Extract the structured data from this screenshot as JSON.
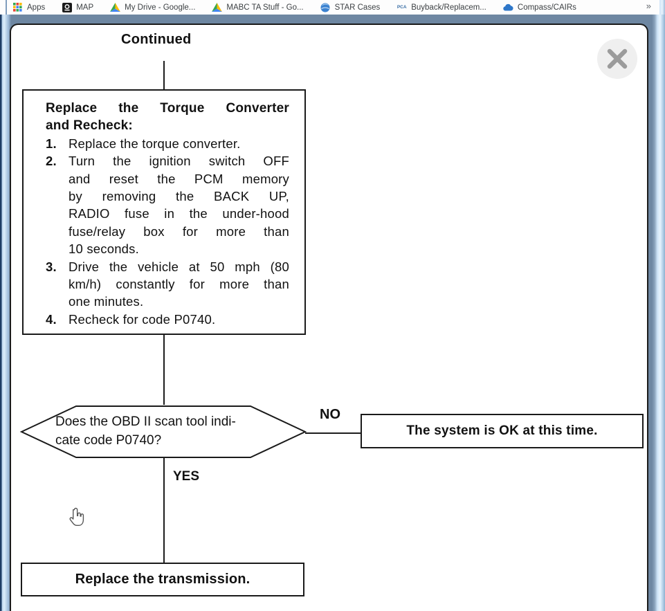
{
  "bookmarks_bar": {
    "items": [
      {
        "label": "Apps",
        "icon": "apps-grid-icon"
      },
      {
        "label": "MAP",
        "icon": "map-icon"
      },
      {
        "label": "My Drive - Google...",
        "icon": "drive-icon"
      },
      {
        "label": "MABC TA Stuff - Go...",
        "icon": "drive-icon"
      },
      {
        "label": "STAR Cases",
        "icon": "globe-icon"
      },
      {
        "label": "Buyback/Replacem...",
        "icon": "pca-badge-icon",
        "badge": "PCA"
      },
      {
        "label": "Compass/CAIRs",
        "icon": "cloud-icon"
      }
    ],
    "overflow_chevron": "»"
  },
  "flowchart": {
    "continued_label": "Continued",
    "procedure_box": {
      "title_lines": [
        "Replace the Torque Converter",
        "and Recheck:"
      ],
      "steps": [
        {
          "num": "1.",
          "lines": [
            "Replace the torque converter."
          ]
        },
        {
          "num": "2.",
          "lines": [
            "Turn the ignition switch OFF",
            "and reset the PCM memory",
            "by removing the BACK UP,",
            "RADIO fuse in the under-hood",
            "fuse/relay box for more than",
            "10 seconds."
          ]
        },
        {
          "num": "3.",
          "lines": [
            "Drive the vehicle at 50 mph (80",
            "km/h) constantly for more than",
            "one minutes."
          ]
        },
        {
          "num": "4.",
          "lines": [
            "Recheck for code P0740."
          ]
        }
      ]
    },
    "decision_hexagon": {
      "lines": [
        "Does the OBD II scan tool indi-",
        "cate code P0740?"
      ]
    },
    "no_label": "NO",
    "yes_label": "YES",
    "ok_box_label": "The system is OK at this time.",
    "replace_box_label": "Replace the transmission."
  },
  "colors": {
    "page_background": "#6e87a2",
    "edge_strip": "#cfe4f7",
    "panel_border": "#1a1a1a",
    "flowchart_ink": "#111111",
    "close_circle": "#efefef",
    "close_x": "#9b9b9b"
  }
}
